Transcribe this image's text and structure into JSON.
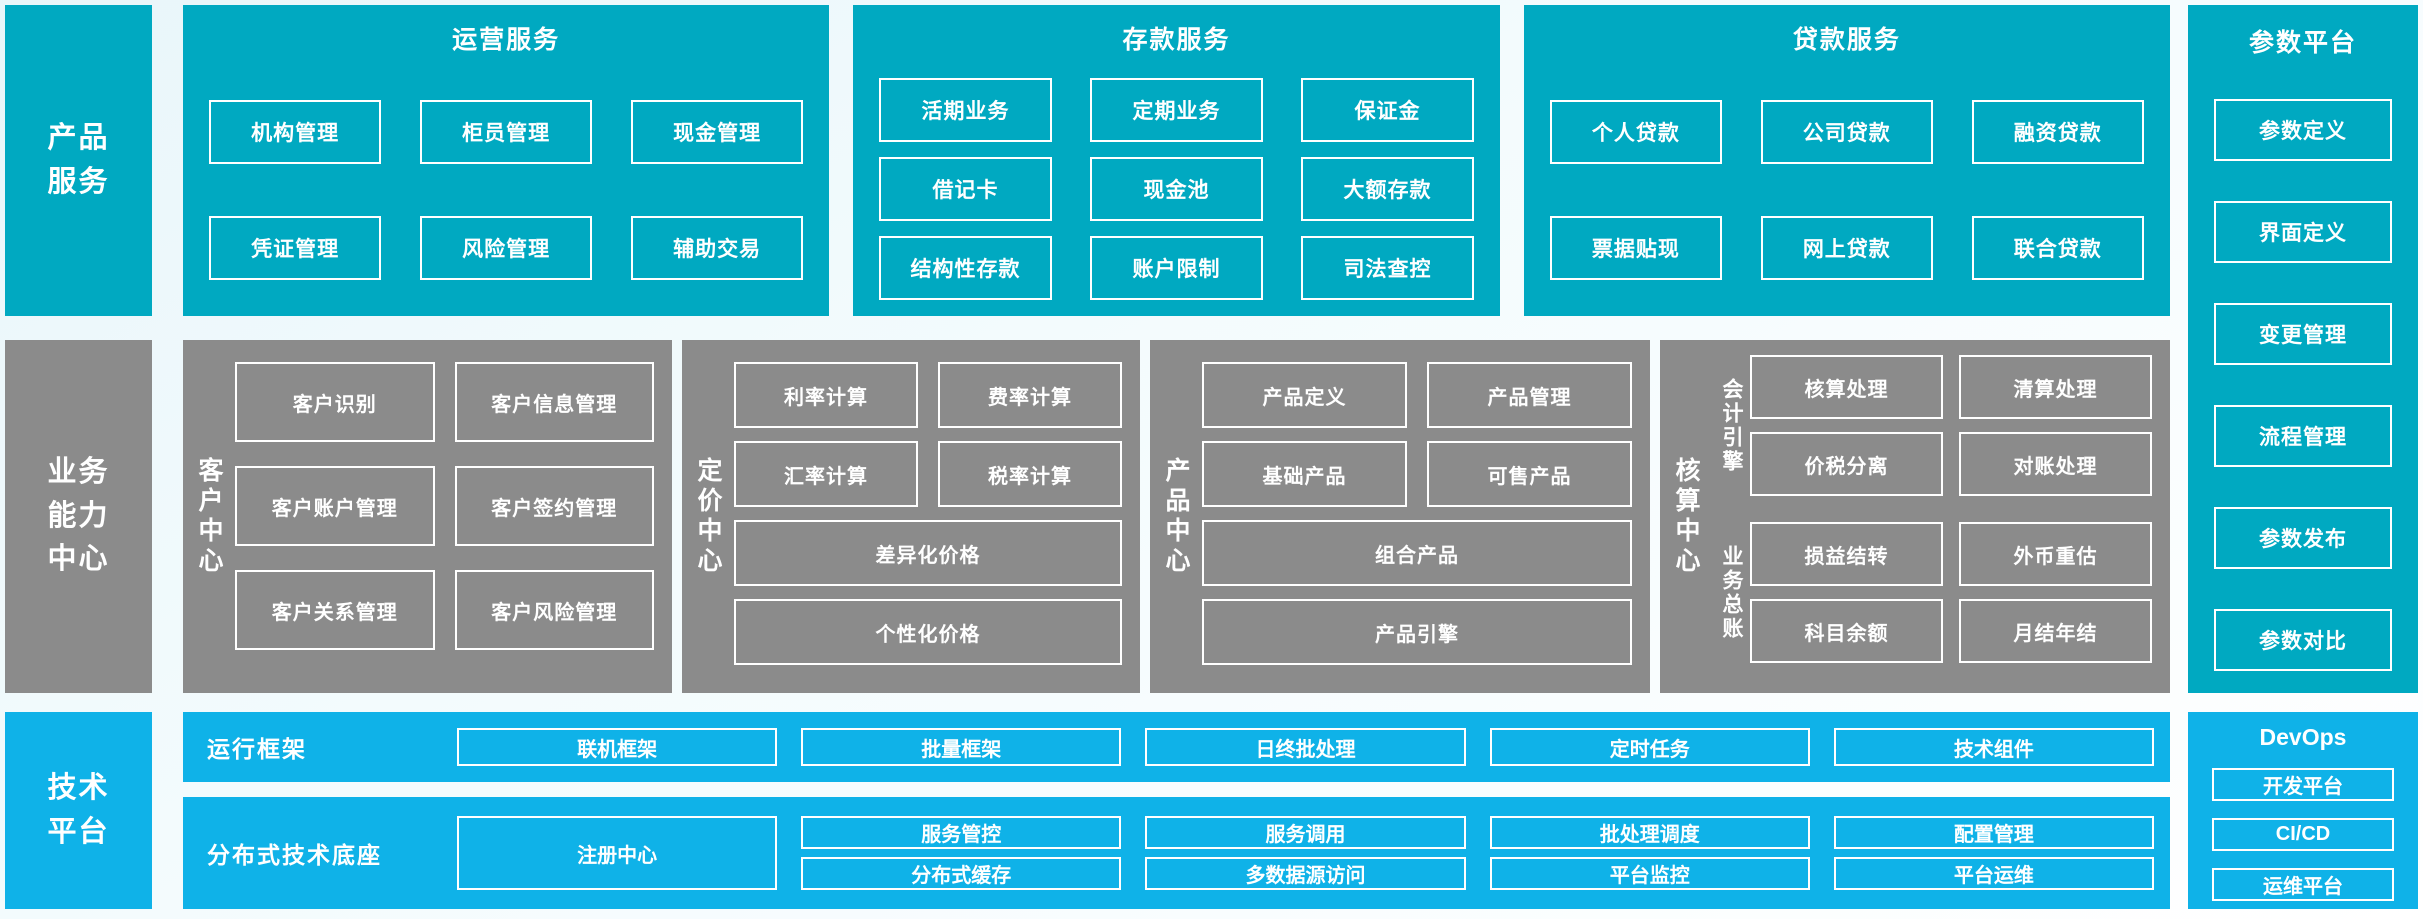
{
  "palette": {
    "teal": "#00a9c1",
    "gray": "#8b8b8b",
    "blue": "#0fb2e8",
    "background": "#f3fbfd",
    "box_border": "#ffffff"
  },
  "left_rail": {
    "product_services": "产品\n服务",
    "business_center": "业务\n能力\n中心",
    "tech_platform": "技术\n平台"
  },
  "top_panels": [
    {
      "name": "operation-services",
      "title": "运营服务",
      "rows": [
        [
          "机构管理",
          "柜员管理",
          "现金管理"
        ],
        [
          "凭证管理",
          "风险管理",
          "辅助交易"
        ]
      ]
    },
    {
      "name": "deposit-services",
      "title": "存款服务",
      "rows": [
        [
          "活期业务",
          "定期业务",
          "保证金"
        ],
        [
          "借记卡",
          "现金池",
          "大额存款"
        ],
        [
          "结构性存款",
          "账户限制",
          "司法查控"
        ]
      ]
    },
    {
      "name": "loan-services",
      "title": "贷款服务",
      "rows": [
        [
          "个人贷款",
          "公司贷款",
          "融资贷款"
        ],
        [
          "票据贴现",
          "网上贷款",
          "联合贷款"
        ]
      ]
    }
  ],
  "param_platform": {
    "title": "参数平台",
    "items": [
      "参数定义",
      "界面定义",
      "变更管理",
      "流程管理",
      "参数发布",
      "参数对比"
    ]
  },
  "middle_panels": [
    {
      "name": "customer-center",
      "label": "客户中心",
      "pairs": [
        [
          "客户识别",
          "客户信息管理"
        ],
        [
          "客户账户管理",
          "客户签约管理"
        ],
        [
          "客户关系管理",
          "客户风险管理"
        ]
      ]
    },
    {
      "name": "pricing-center",
      "label": "定价中心",
      "pairs": [
        [
          "利率计算",
          "费率计算"
        ],
        [
          "汇率计算",
          "税率计算"
        ]
      ],
      "wide": [
        "差异化价格",
        "个性化价格"
      ]
    },
    {
      "name": "product-center",
      "label": "产品中心",
      "pairs": [
        [
          "产品定义",
          "产品管理"
        ],
        [
          "基础产品",
          "可售产品"
        ]
      ],
      "wide": [
        "组合产品",
        "产品引擎"
      ]
    },
    {
      "name": "accounting-center",
      "label": "核算中心",
      "groups": [
        {
          "name": "accounting-engine",
          "label": "会计引擎",
          "pairs": [
            [
              "核算处理",
              "清算处理"
            ],
            [
              "价税分离",
              "对账处理"
            ]
          ]
        },
        {
          "name": "business-ledger",
          "label": "业务总账",
          "pairs": [
            [
              "损益结转",
              "外币重估"
            ],
            [
              "科目余额",
              "月结年结"
            ]
          ]
        }
      ]
    }
  ],
  "tech_rows": {
    "runtime": {
      "label": "运行框架",
      "items": [
        "联机框架",
        "批量框架",
        "日终批处理",
        "定时任务",
        "技术组件"
      ]
    },
    "distributed": {
      "label": "分布式技术底座",
      "registry": "注册中心",
      "grid": [
        [
          "服务管控",
          "服务调用",
          "批处理调度",
          "配置管理"
        ],
        [
          "分布式缓存",
          "多数据源访问",
          "平台监控",
          "平台运维"
        ]
      ]
    }
  },
  "devops": {
    "title": "DevOps",
    "items": [
      "开发平台",
      "CI/CD",
      "运维平台"
    ]
  }
}
